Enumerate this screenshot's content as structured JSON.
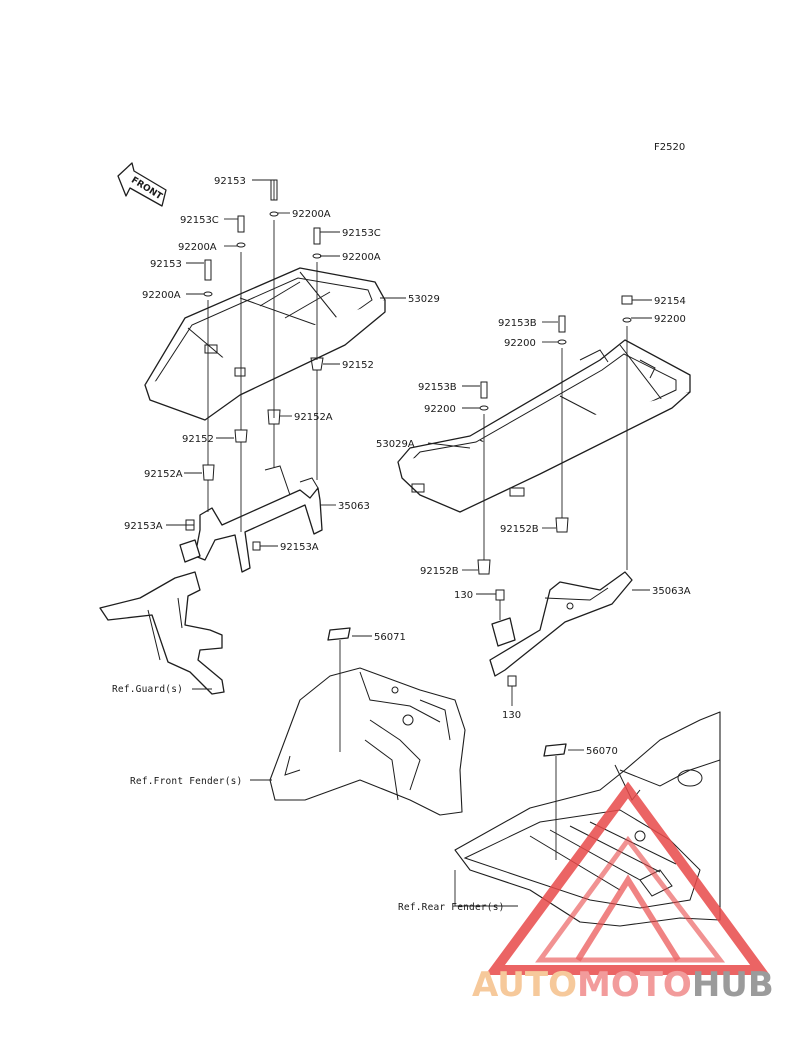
{
  "diagram_code": "F2520",
  "front_arrow_label": "FRONT",
  "parts": {
    "p92153_top": "92153",
    "p92200A_top": "92200A",
    "p92153C_left": "92153C",
    "p92153C_right": "92153C",
    "p92200A_left": "92200A",
    "p92200A_right": "92200A",
    "p92153_left": "92153",
    "p92200A_farleft": "92200A",
    "p53029": "53029",
    "p92152_right": "92152",
    "p92152A_mid": "92152A",
    "p92152_left": "92152",
    "p92152A_left": "92152A",
    "p35063": "35063",
    "p92153A_left": "92153A",
    "p92153A_mid": "92153A",
    "p92154": "92154",
    "p92200_r": "92200",
    "p92153B_1": "92153B",
    "p92200_1": "92200",
    "p92153B_2": "92153B",
    "p92200_2": "92200",
    "p53029A": "53029A",
    "p92152B_1": "92152B",
    "p92152B_2": "92152B",
    "p130_1": "130",
    "p35063A": "35063A",
    "p130_2": "130",
    "p56071": "56071",
    "p56070": "56070"
  },
  "refs": {
    "guard": "Ref.Guard(s)",
    "front_fender": "Ref.Front Fender(s)",
    "rear_fender": "Ref.Rear Fender(s)"
  },
  "watermark": {
    "part1": "AUTO",
    "part2": "MOTO",
    "part3": "HUB",
    "colors": {
      "auto": "#f5c08a",
      "moto": "#f08a8a",
      "hub": "#8a8a8a",
      "triangle": "#e84a4a"
    }
  }
}
